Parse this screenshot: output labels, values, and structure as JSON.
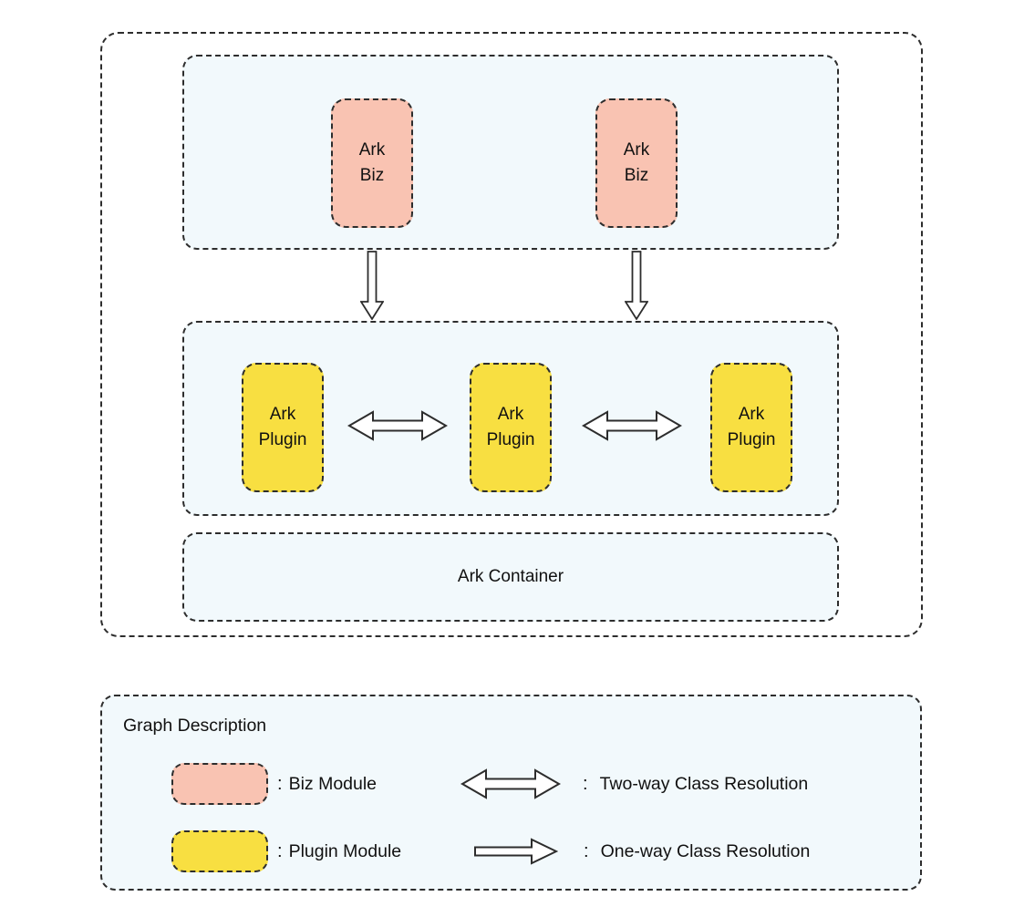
{
  "diagram": {
    "biz_boxes": [
      {
        "label": "Ark\nBiz"
      },
      {
        "label": "Ark\nBiz"
      }
    ],
    "plugin_boxes": [
      {
        "label": "Ark\nPlugin"
      },
      {
        "label": "Ark\nPlugin"
      },
      {
        "label": "Ark\nPlugin"
      }
    ],
    "container_label": "Ark Container"
  },
  "legend": {
    "title": "Graph Description",
    "items": [
      {
        "type": "biz-swatch",
        "colon": ":",
        "label": "Biz Module"
      },
      {
        "type": "plugin-swatch",
        "colon": ":",
        "label": "Plugin Module"
      },
      {
        "type": "two-way-arrow",
        "colon": ":",
        "label": "Two-way Class Resolution"
      },
      {
        "type": "one-way-arrow",
        "colon": ":",
        "label": "One-way Class Resolution"
      }
    ]
  },
  "colors": {
    "biz": "#F9C3B2",
    "plugin": "#F8DF41",
    "panel": "#F2F9FC",
    "border": "#2D2D2D"
  }
}
